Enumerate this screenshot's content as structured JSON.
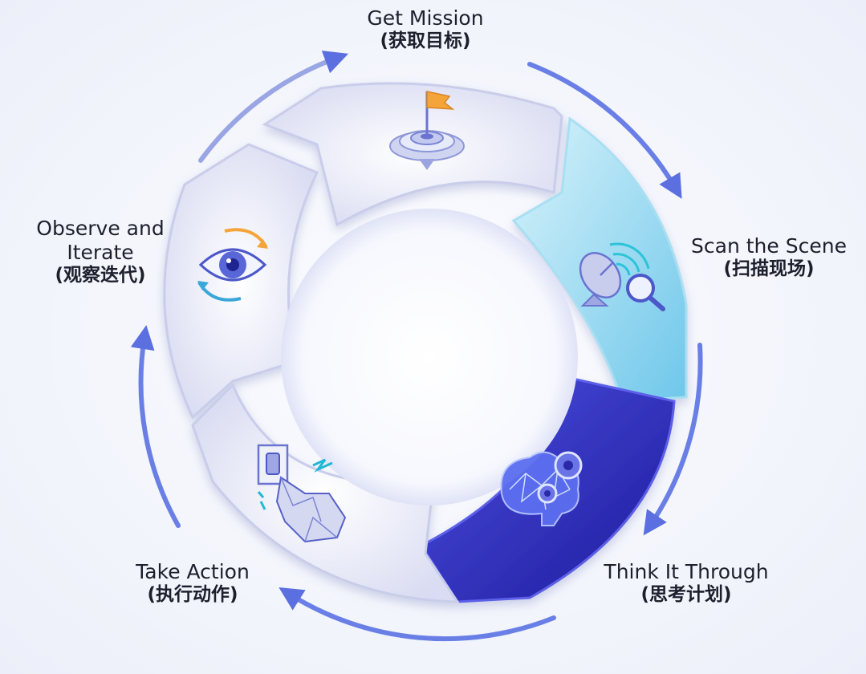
{
  "stages": [
    {
      "id": "get-mission",
      "en": "Get Mission",
      "zh": "(获取目标)",
      "icon": "target-flag-icon"
    },
    {
      "id": "scan-scene",
      "en": "Scan the Scene",
      "zh": "(扫描现场)",
      "icon": "satellite-search-icon"
    },
    {
      "id": "think-through",
      "en": "Think It Through",
      "zh": "(思考计划)",
      "icon": "brain-gears-icon"
    },
    {
      "id": "take-action",
      "en": "Take Action",
      "zh": "(执行动作)",
      "icon": "robot-hand-switch-icon"
    },
    {
      "id": "observe",
      "en": "Observe and Iterate",
      "zh": "(观察迭代)",
      "icon": "eye-cycle-icon"
    }
  ],
  "colors": {
    "ring_light": "#e4e6f6",
    "ring_edge": "#c9cdea",
    "scan_segment": "#8fd8ef",
    "think_segment": "#2f2fbf",
    "arrow": "#6a7fe6",
    "accent_orange": "#f5a43a"
  }
}
